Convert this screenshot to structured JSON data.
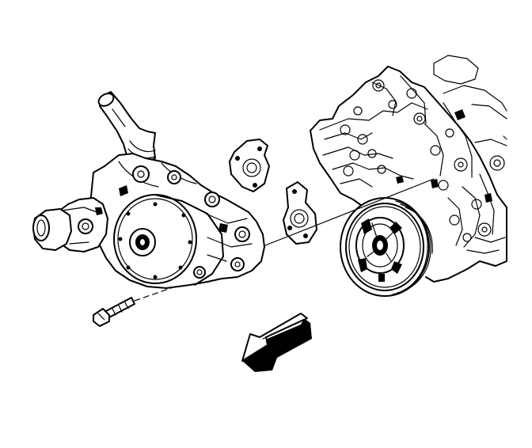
{
  "diagram": {
    "parts": [
      {
        "name": "water-pump",
        "icon": "water-pump-icon"
      },
      {
        "name": "water-pump-gasket",
        "icon": "gasket-icon"
      },
      {
        "name": "water-pump-bolt",
        "icon": "bolt-icon"
      },
      {
        "name": "engine-front-cover",
        "icon": "engine-block-icon"
      },
      {
        "name": "crankshaft-balancer",
        "icon": "pulley-icon"
      },
      {
        "name": "direction-arrow",
        "icon": "arrow-icon"
      }
    ],
    "colors": {
      "line": "#000000",
      "background": "#ffffff"
    }
  }
}
